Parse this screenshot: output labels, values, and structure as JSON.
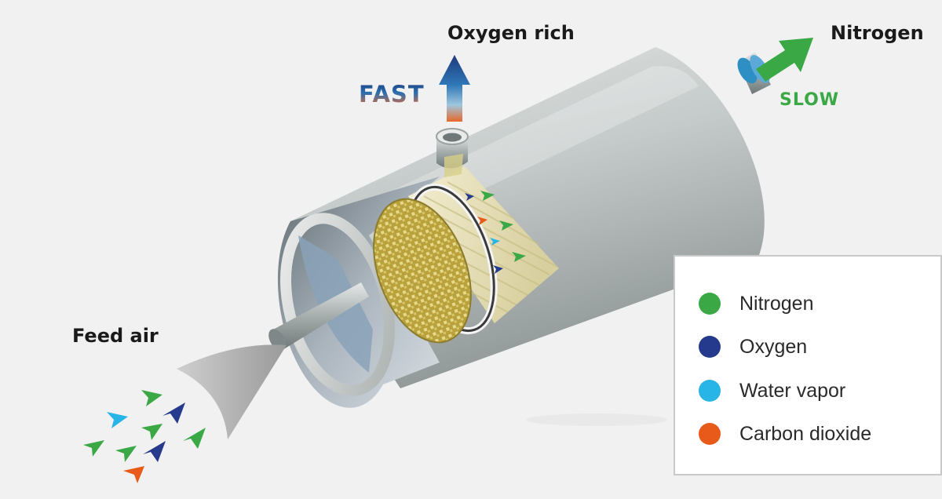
{
  "labels": {
    "feed_air": "Feed air",
    "oxygen_rich": "Oxygen rich",
    "nitrogen_out": "Nitrogen",
    "fast": "FAST",
    "slow": "SLOW"
  },
  "legend": {
    "items": [
      {
        "label": "Nitrogen",
        "color": "#3aa844"
      },
      {
        "label": "Oxygen",
        "color": "#253a8c"
      },
      {
        "label": "Water vapor",
        "color": "#26b5e6"
      },
      {
        "label": "Carbon dioxide",
        "color": "#e85a1a"
      }
    ]
  },
  "colors": {
    "nitrogen": "#3aa844",
    "oxygen": "#253a8c",
    "water_vapor": "#26b5e6",
    "carbon_dioxide": "#e85a1a",
    "cylinder": "#c8cdcc",
    "fiber_bundle": "#e9e3bd",
    "background": "#f1f1f1"
  },
  "icons": {
    "molecule": "triangle-arrow-icon",
    "oxygen_out": "up-arrow-icon",
    "nitrogen_out": "diagonal-arrow-icon"
  }
}
